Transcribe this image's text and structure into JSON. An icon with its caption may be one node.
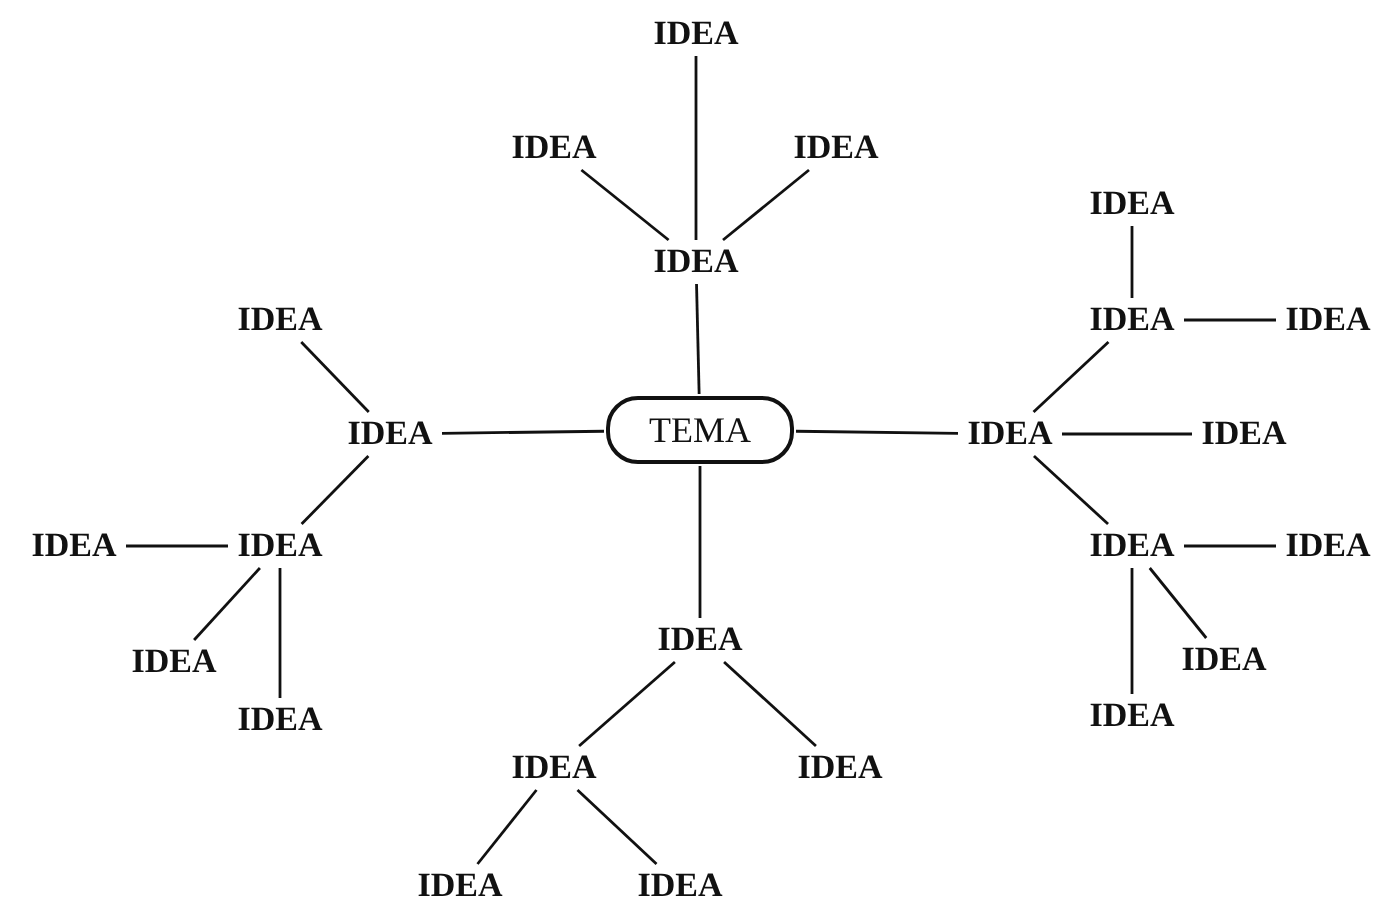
{
  "diagram": {
    "nodes": [
      {
        "text": [
          "TEMA"
        ]
      },
      {
        "text": [
          "IDEA"
        ]
      },
      {
        "text": [
          "IDEA"
        ]
      },
      {
        "text": [
          "IDEA"
        ]
      },
      {
        "text": [
          "IDEA"
        ]
      },
      {
        "text": [
          "IDEA"
        ]
      },
      {
        "text": [
          "IDEA"
        ]
      },
      {
        "text": [
          "IDEA"
        ]
      },
      {
        "text": [
          "IDEA"
        ]
      },
      {
        "text": [
          "IDEA"
        ]
      },
      {
        "text": [
          "IDEA"
        ]
      },
      {
        "text": [
          "IDEA"
        ]
      },
      {
        "text": [
          "IDEA"
        ]
      },
      {
        "text": [
          "IDEA"
        ]
      },
      {
        "text": [
          "IDEA"
        ]
      },
      {
        "text": [
          "IDEA"
        ]
      },
      {
        "text": [
          "IDEA"
        ]
      },
      {
        "text": [
          "IDEA"
        ]
      },
      {
        "text": [
          "IDEA"
        ]
      },
      {
        "text": [
          "IDEA"
        ]
      },
      {
        "text": [
          "IDEA"
        ]
      },
      {
        "text": [
          "IDEA"
        ]
      },
      {
        "text": [
          "IDEA"
        ]
      },
      {
        "text": [
          "IDEA"
        ]
      },
      {
        "text": [
          "IDEA"
        ]
      }
    ],
    "edges": [
      {
        "from": 0,
        "to": 1,
        "arrow": "none"
      },
      {
        "from": 1,
        "to": 2,
        "arrow": "none"
      },
      {
        "from": 1,
        "to": 3,
        "arrow": "none"
      },
      {
        "from": 1,
        "to": 4,
        "arrow": "none"
      },
      {
        "from": 0,
        "to": 5,
        "arrow": "none"
      },
      {
        "from": 5,
        "to": 6,
        "arrow": "none"
      },
      {
        "from": 5,
        "to": 7,
        "arrow": "none"
      },
      {
        "from": 7,
        "to": 8,
        "arrow": "none"
      },
      {
        "from": 7,
        "to": 9,
        "arrow": "none"
      },
      {
        "from": 7,
        "to": 10,
        "arrow": "none"
      },
      {
        "from": 0,
        "to": 11,
        "arrow": "none"
      },
      {
        "from": 11,
        "to": 12,
        "arrow": "none"
      },
      {
        "from": 11,
        "to": 13,
        "arrow": "none"
      },
      {
        "from": 12,
        "to": 14,
        "arrow": "none"
      },
      {
        "from": 12,
        "to": 15,
        "arrow": "none"
      },
      {
        "from": 0,
        "to": 16,
        "arrow": "none"
      },
      {
        "from": 16,
        "to": 17,
        "arrow": "none"
      },
      {
        "from": 17,
        "to": 18,
        "arrow": "none"
      },
      {
        "from": 17,
        "to": 19,
        "arrow": "none"
      },
      {
        "from": 16,
        "to": 20,
        "arrow": "none"
      },
      {
        "from": 16,
        "to": 21,
        "arrow": "none"
      },
      {
        "from": 21,
        "to": 22,
        "arrow": "none"
      },
      {
        "from": 21,
        "to": 23,
        "arrow": "none"
      },
      {
        "from": 21,
        "to": 24,
        "arrow": "none"
      }
    ]
  }
}
